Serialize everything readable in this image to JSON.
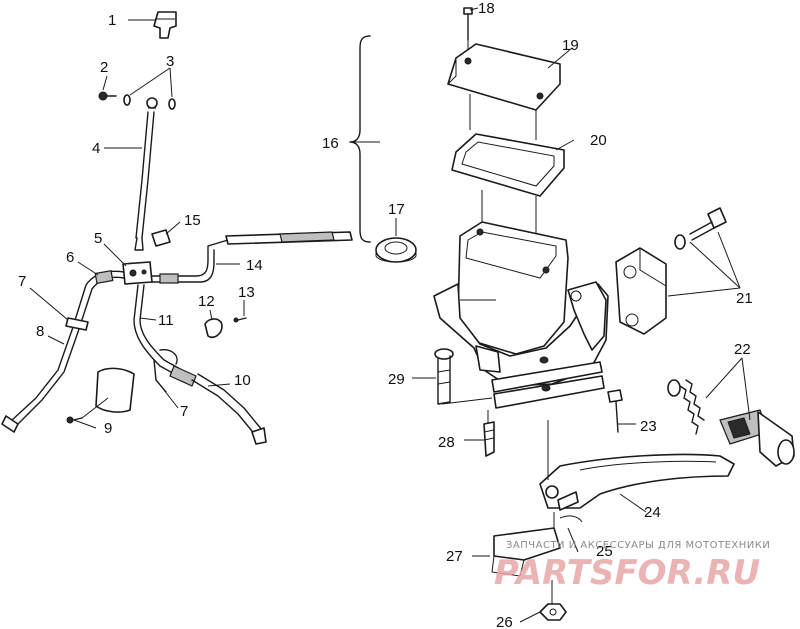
{
  "diagram": {
    "callouts": [
      "1",
      "2",
      "3",
      "4",
      "5",
      "6",
      "7",
      "8",
      "9",
      "10",
      "11",
      "12",
      "13",
      "14",
      "15",
      "16",
      "17",
      "18",
      "19",
      "20",
      "21",
      "22",
      "23",
      "24",
      "25",
      "26",
      "27",
      "28",
      "29"
    ],
    "callout_7_repeat": "7"
  },
  "watermark": {
    "subtitle": "ЗАПЧАСТИ И АКСЕССУАРЫ ДЛЯ МОТОТЕХНИКИ",
    "brand": "PARTSFOR.RU"
  }
}
